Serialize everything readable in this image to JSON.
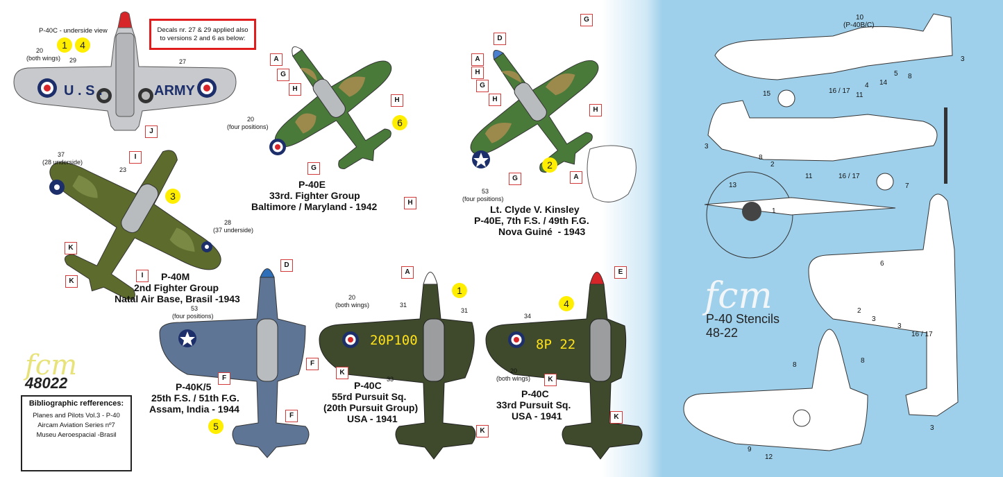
{
  "colors": {
    "blue_panel": "#9fd0eb",
    "olive": "#5d6b2c",
    "green": "#3f6a34",
    "tan": "#9b8a4c",
    "grey": "#c8c9cc",
    "blue_grey": "#5e7595",
    "dark_olive": "#3f4a2c",
    "marker_red": "#d23a3a",
    "badge_yellow": "#ffee00"
  },
  "brand": {
    "logo_left": "fcm",
    "code": "48022",
    "logo_right": "fcm",
    "stencil_title": "P-40 Stencils",
    "stencil_code": "48-22"
  },
  "note": {
    "line1": "Decals nr. 27 & 29 applied also",
    "line2": "to versions 2 and 6 as below:"
  },
  "p40c_underside": {
    "title": "P-40C - underside view",
    "wing_text_left": "U . S .",
    "wing_text_right": "ARMY",
    "label_20": "20",
    "label_bw": "(both wings)",
    "label_29": "29",
    "label_27": "27"
  },
  "captions": {
    "p40e_1": "P-40E",
    "p40e_2": "33rd. Fighter Group",
    "p40e_3": "Baltimore / Maryland - 1942",
    "kinsley_1": "Lt. Clyde V. Kinsley",
    "kinsley_2": "P-40E, 7th F.S. / 49th F.G.",
    "kinsley_3": "Nova Guiné  - 1943",
    "p40m_1": "P-40M",
    "p40m_2": "2nd Fighter Group",
    "p40m_3": "Natal Air Base, Brasil -1943",
    "p40k_1": "P-40K/5",
    "p40k_2": "25th F.S. / 51th F.G.",
    "p40k_3": "Assam, India - 1944",
    "p40c55_1": "P-40C",
    "p40c55_2": "55rd Pursuit Sq.",
    "p40c55_3": "(20th Pursuit Group)",
    "p40c55_4": "USA - 1941",
    "p40c33_1": "P-40C",
    "p40c33_2": "33rd Pursuit Sq.",
    "p40c33_3": "USA - 1941"
  },
  "small_labels": {
    "fp1": "20",
    "fp1b": "(four positions)",
    "kin53": "53",
    "kin53b": "(four positions)",
    "m37": "37",
    "m37b": "(28 underside)",
    "m23": "23",
    "m28": "28",
    "m28b": "(37 underside)",
    "k53": "53",
    "k53b": "(four positions)",
    "c55_20": "20",
    "c55_20b": "(both wings)",
    "c55_31a": "31",
    "c55_31b": "31",
    "c55_33": "33",
    "c55_serial": "20P100",
    "c33_34": "34",
    "c33_20": "20",
    "c33_20b": "(both wings)",
    "c33_serial": "8P 22"
  },
  "badges": {
    "b1a": "1",
    "b4a": "4",
    "b6": "6",
    "b2": "2",
    "b3": "3",
    "b5": "5",
    "b1b": "1",
    "b4b": "4"
  },
  "markers": {
    "A1": "A",
    "G1": "G",
    "H1": "H",
    "H2": "H",
    "G2": "G",
    "H3": "H",
    "G3": "G",
    "D1": "D",
    "A2": "A",
    "H4": "H",
    "G4": "G",
    "H5": "H",
    "H6": "H",
    "G5": "G",
    "A3": "A",
    "J": "J",
    "I1": "I",
    "K1": "K",
    "I2": "I",
    "K2": "K",
    "D2": "D",
    "F1": "F",
    "F2": "F",
    "F3": "F",
    "A4": "A",
    "K3": "K",
    "K4": "K",
    "E": "E",
    "K5": "K",
    "K6": "K"
  },
  "stencil_numbers": {
    "s10": "10",
    "s10b": "(P-40B/C)",
    "s3a": "3",
    "s5": "5",
    "s14": "14",
    "s8a": "8",
    "s4": "4",
    "s11a": "11",
    "s1617a": "16 / 17",
    "s15": "15",
    "s3b": "3",
    "s8b": "8",
    "s2a": "2",
    "s11b": "11",
    "s1617b": "16 / 17",
    "s7": "7",
    "s13": "13",
    "s1": "1",
    "s6": "6",
    "s2b": "2",
    "s3c": "3",
    "s3d": "3",
    "s1617c": "16 / 17",
    "s3e": "3",
    "s8c": "8",
    "s8d": "8",
    "s9": "9",
    "s12": "12"
  },
  "bibliography": {
    "heading": "Bibliographic refferences:",
    "items": [
      "Planes and Pilots Vol.3 - P-40",
      "Aircam Aviation Series nº7",
      "Museu Aeroespacial -Brasil"
    ]
  }
}
